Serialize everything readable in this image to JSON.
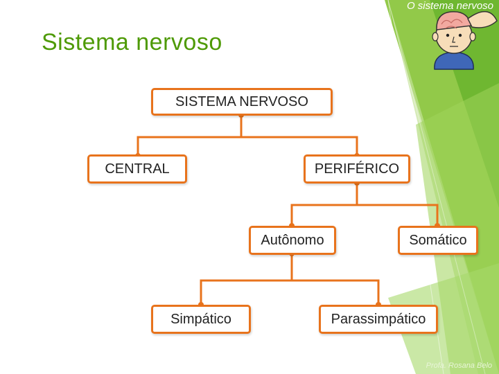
{
  "slide": {
    "title": "Sistema nervoso",
    "corner_caption": "O sistema nervoso",
    "footer_caption": "Profa. Rosana Belo"
  },
  "diagram": {
    "root": "SISTEMA NERVOSO",
    "central": "CENTRAL",
    "periferico": "PERIFÉRICO",
    "autonomo": "Autônomo",
    "somatico": "Somático",
    "simpatico": "Simpático",
    "parassimpatico": "Parassimpático"
  },
  "colors": {
    "node_border": "#e8731c",
    "title": "#4e9a06",
    "accent_green": "#7cc242"
  }
}
